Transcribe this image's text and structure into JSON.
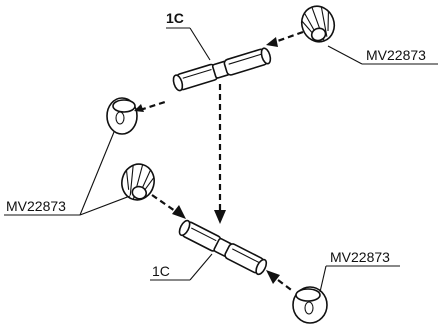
{
  "labels": {
    "pin_top": "1C",
    "pin_bottom": "1C",
    "cap_top_right": "MV22873",
    "cap_left": "MV22873",
    "cap_bottom_right": "MV22873"
  }
}
